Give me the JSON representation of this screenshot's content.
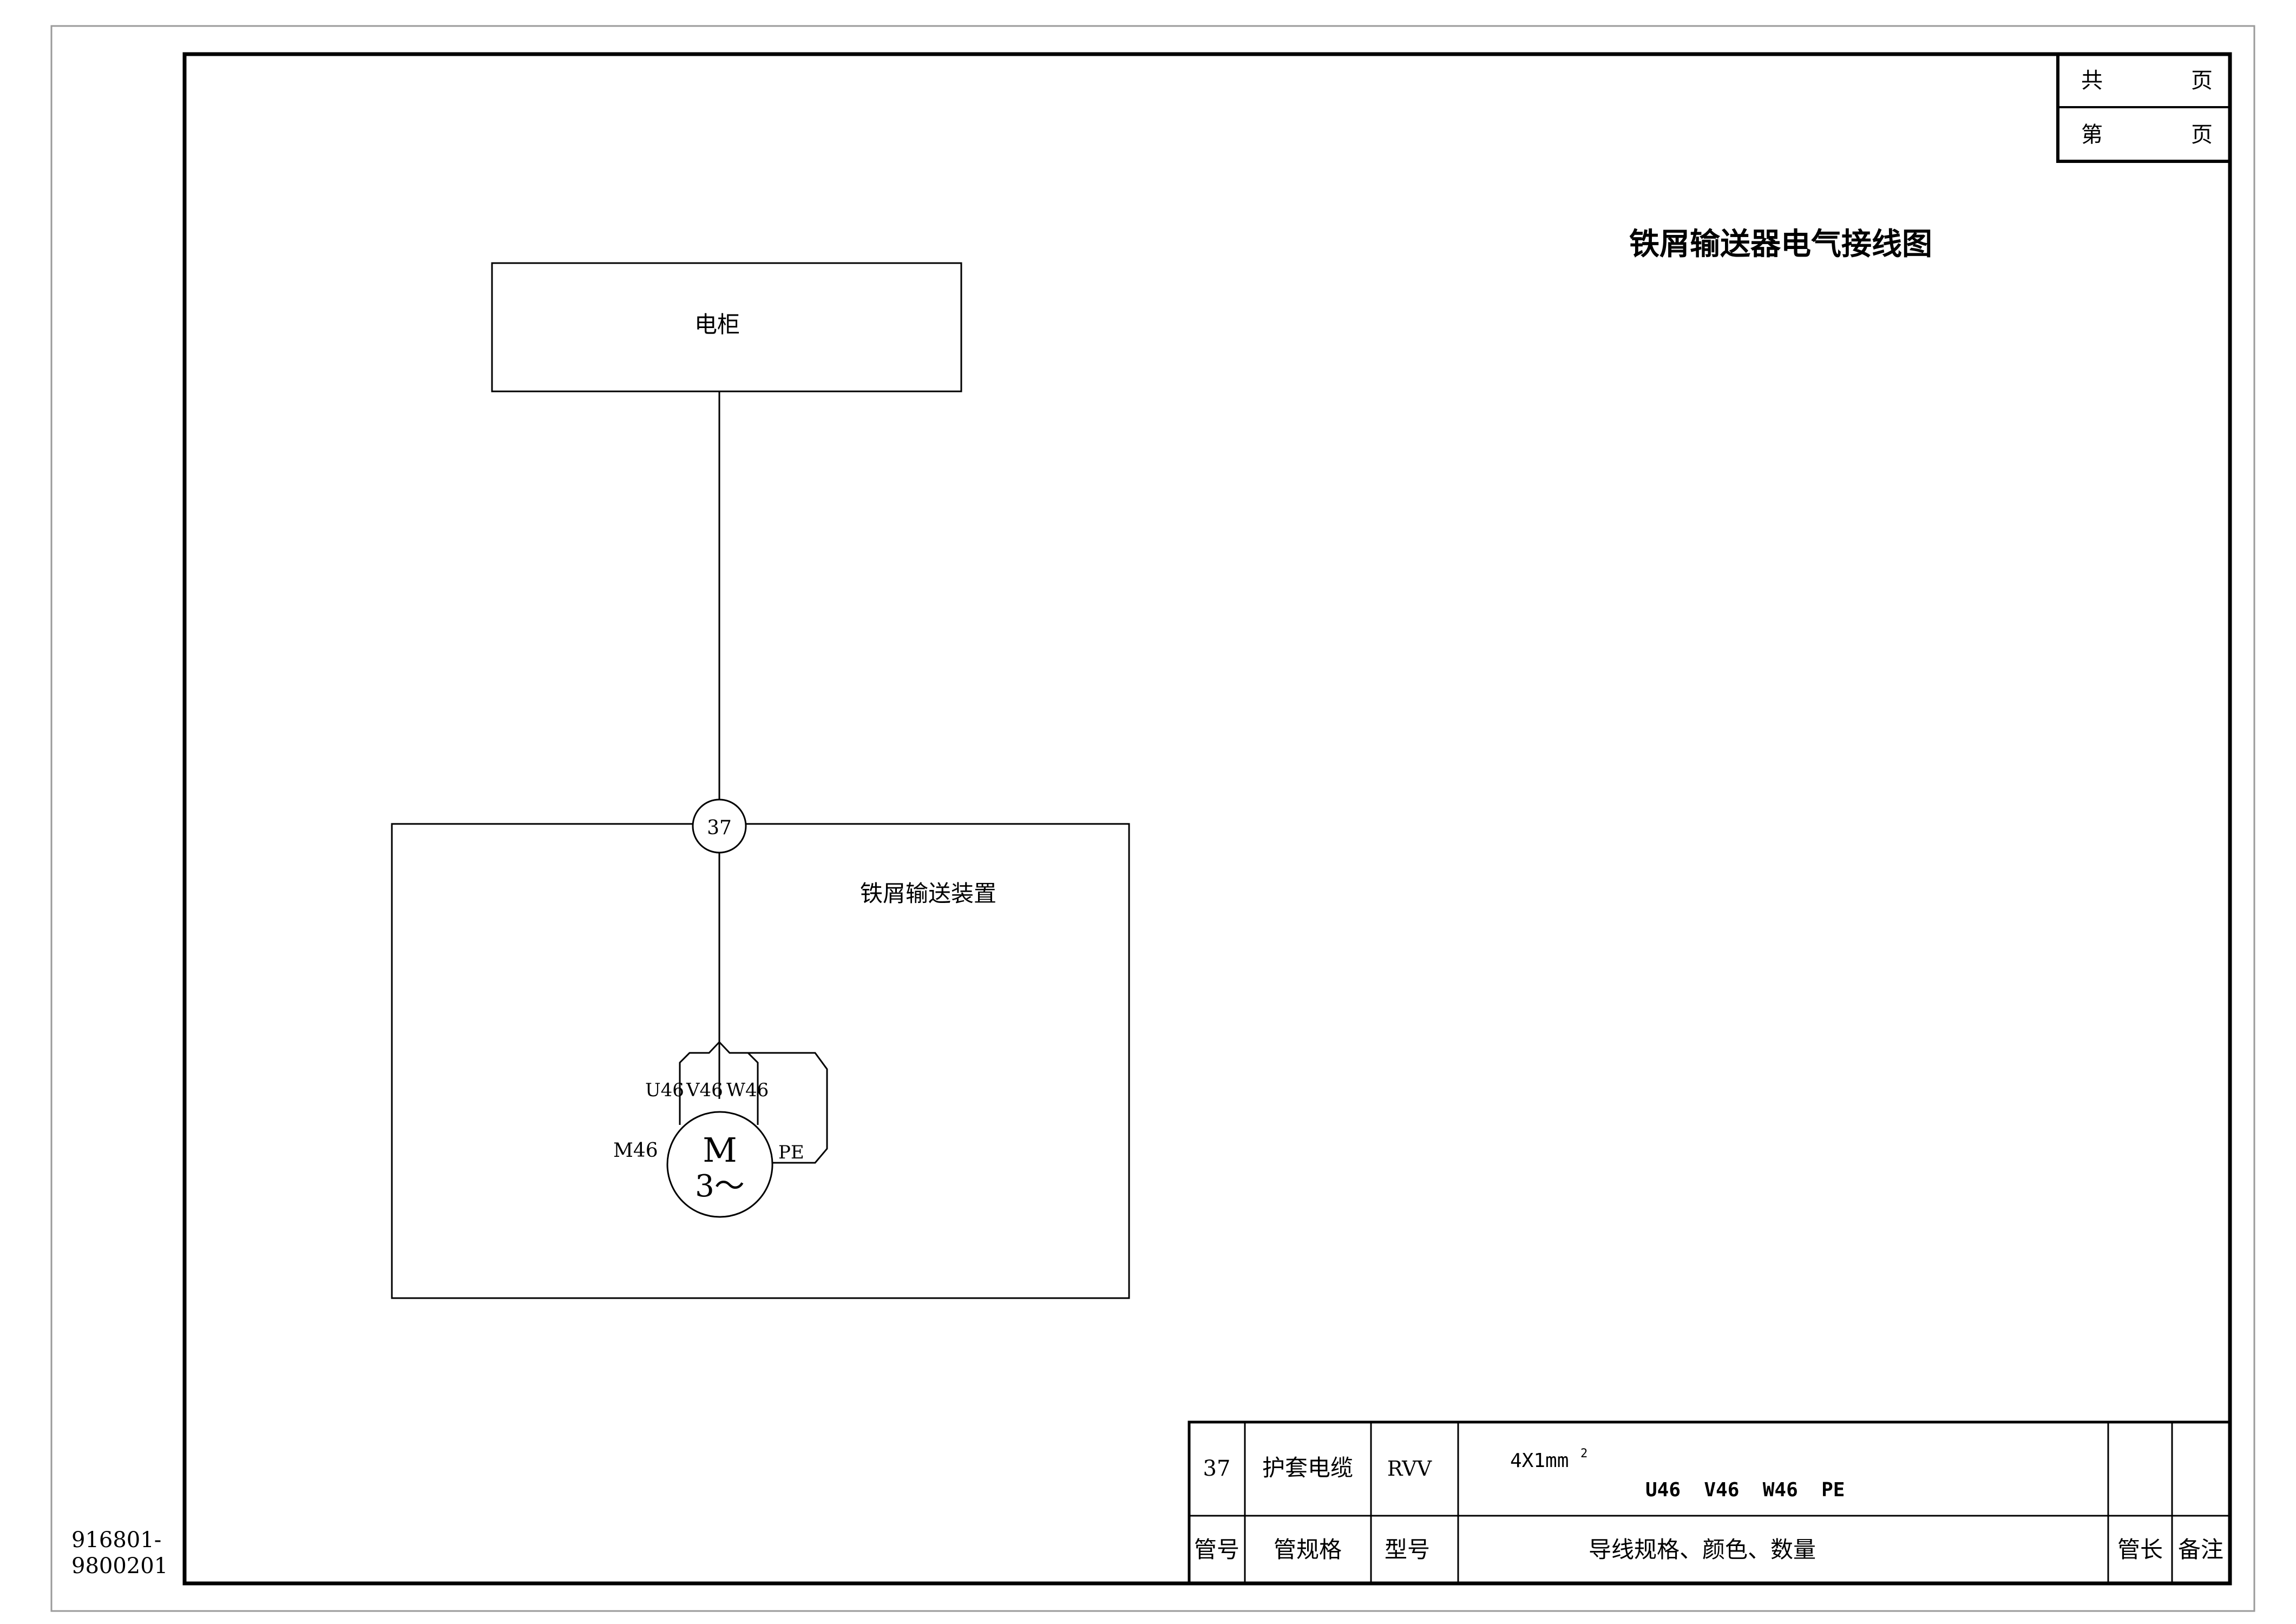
{
  "sheet": {
    "doc_number_line1": "916801-",
    "doc_number_line2": "9800201",
    "title": "铁屑输送器电气接线图"
  },
  "page_box": {
    "total_label": "共",
    "total_unit": "页",
    "current_label": "第",
    "current_unit": "页"
  },
  "diagram": {
    "cabinet_label": "电柜",
    "device_label": "铁屑输送装置",
    "cable_tag": "37",
    "motor": {
      "id": "M46",
      "symbol_letter": "M",
      "symbol_phase": "3～",
      "terminals": [
        "U46",
        "V46",
        "W46"
      ],
      "earth": "PE"
    }
  },
  "cable_table": {
    "headers": {
      "pipe_no": "管号",
      "pipe_spec": "管规格",
      "model": "型号",
      "wire_spec": "导线规格、颜色、数量",
      "pipe_len": "管长",
      "remark": "备注"
    },
    "rows": [
      {
        "pipe_no": "37",
        "pipe_spec": "护套电缆",
        "model": "RVV",
        "wire_size": "4X1mm",
        "wire_size_sup": "2",
        "wire_cores": "U46  V46  W46  PE",
        "pipe_len": "",
        "remark": ""
      }
    ]
  }
}
